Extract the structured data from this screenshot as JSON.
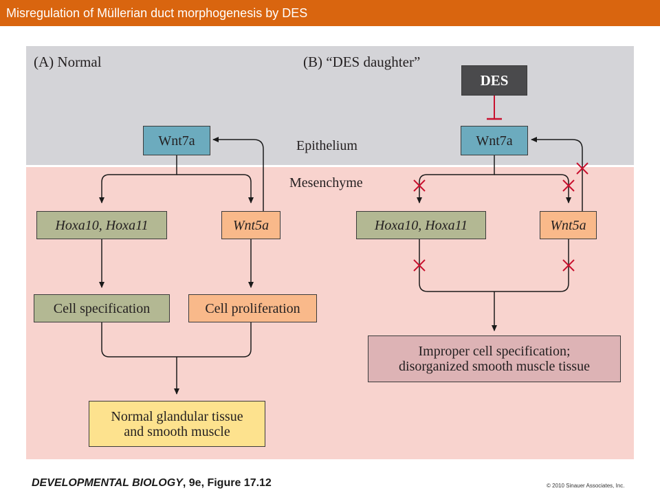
{
  "header": {
    "title": "Misregulation of Müllerian duct morphogenesis by DES"
  },
  "colors": {
    "title_bar": "#d9650f",
    "epithelium_band": "#d4d4d8",
    "mesenchyme_band": "#f8d3ce",
    "wnt7a_box": "#6cabbe",
    "hoxa_box": "#b3b893",
    "wnt5a_box": "#f9b98a",
    "normal_outcome_box": "#fde28e",
    "improper_outcome_box": "#ddb3b5",
    "des_box": "#4a4a4c",
    "inhibition_mark": "#c8102e"
  },
  "regions": {
    "epithelium": "Epithelium",
    "mesenchyme": "Mesenchyme"
  },
  "panel_a": {
    "label": "(A)  Normal",
    "wnt7a": "Wnt7a",
    "hoxa": "Hoxa10, Hoxa11",
    "wnt5a": "Wnt5a",
    "cell_spec": "Cell specification",
    "cell_prolif": "Cell proliferation",
    "outcome_line1": "Normal glandular tissue",
    "outcome_line2": "and smooth muscle"
  },
  "panel_b": {
    "label": "(B)  “DES daughter”",
    "des": "DES",
    "wnt7a": "Wnt7a",
    "hoxa": "Hoxa10, Hoxa11",
    "wnt5a": "Wnt5a",
    "outcome_line1": "Improper cell specification;",
    "outcome_line2": "disorganized smooth muscle tissue"
  },
  "footer": {
    "book_title": "DEVELOPMENTAL BIOLOGY",
    "edition": ", 9e, Figure 17.12",
    "copyright": "© 2010 Sinauer Associates, Inc."
  }
}
